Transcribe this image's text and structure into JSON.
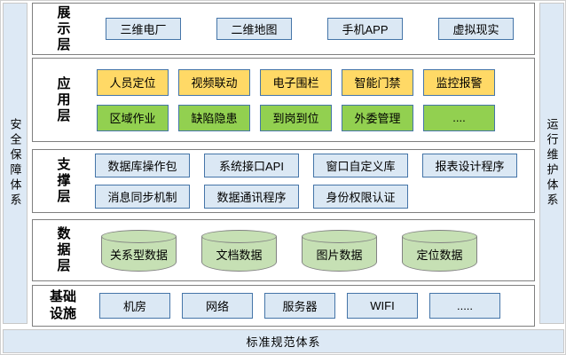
{
  "diagram": {
    "left_pillar": "安全保障体系",
    "right_pillar": "运行维护体系",
    "bottom_bar": "标准规范体系",
    "layers": [
      {
        "name": "presentation",
        "label": "展示层",
        "rows": [
          {
            "variant": "blue",
            "items": [
              "三维电厂",
              "二维地图",
              "手机APP",
              "虚拟现实"
            ]
          }
        ]
      },
      {
        "name": "application",
        "label": "应用层",
        "rows": [
          {
            "variant": "yellow",
            "items": [
              "人员定位",
              "视频联动",
              "电子围栏",
              "智能门禁",
              "监控报警"
            ]
          },
          {
            "variant": "green",
            "items": [
              "区域作业",
              "缺陷隐患",
              "到岗到位",
              "外委管理",
              "...."
            ]
          }
        ]
      },
      {
        "name": "support",
        "label": "支撑层",
        "rows": [
          {
            "variant": "blue",
            "items": [
              "数据库操作包",
              "系统接口API",
              "窗口自定义库",
              "报表设计程序"
            ]
          },
          {
            "variant": "blue",
            "items": [
              "消息同步机制",
              "数据通讯程序",
              "身份权限认证"
            ]
          }
        ]
      },
      {
        "name": "data",
        "label": "数据层",
        "rows": [
          {
            "variant": "cylinder",
            "items": [
              "关系型数据",
              "文档数据",
              "图片数据",
              "定位数据"
            ]
          }
        ]
      },
      {
        "name": "infrastructure",
        "label": "基础设施",
        "label_lines": [
          "基础",
          "设施"
        ],
        "rows": [
          {
            "variant": "blue",
            "items": [
              "机房",
              "网络",
              "服务器",
              "WIFI",
              "....."
            ]
          }
        ]
      }
    ],
    "colors": {
      "panel_border": "#7f7f7f",
      "box_border": "#4575a8",
      "blue_fill": "#dbe8f4",
      "yellow_fill": "#ffd966",
      "green_fill": "#92d050",
      "cylinder_fill": "#c6e0b4",
      "cylinder_border": "#828282",
      "pillar_fill": "#dde9f5",
      "pillar_border": "#c8c8c8"
    }
  }
}
